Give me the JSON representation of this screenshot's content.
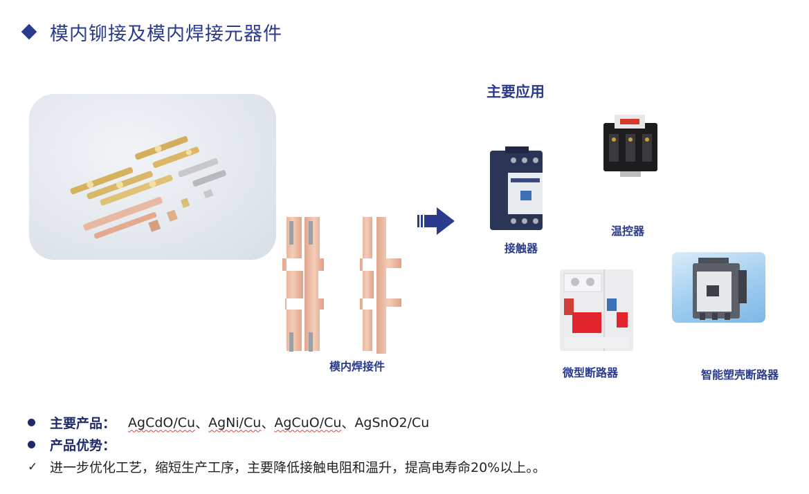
{
  "title": "模内铆接及模内焊接元器件",
  "weld_label": "模内焊接件",
  "applications": {
    "heading": "主要应用",
    "items": [
      {
        "key": "contactor",
        "label": "接触器"
      },
      {
        "key": "thermostat",
        "label": "温控器"
      },
      {
        "key": "mcb",
        "label": "微型断路器"
      },
      {
        "key": "mccb",
        "label": "智能塑壳断路器"
      }
    ]
  },
  "bullets": {
    "products_label": "主要产品：",
    "products": [
      "AgCdO/Cu",
      "AgNi/Cu",
      "AgCuO/Cu",
      "AgSnO2/Cu"
    ],
    "separator": "、",
    "advantages_label": "产品优势：",
    "advantage_detail": "进一步优化工艺，缩短生产工序，主要降低接触电阻和温升，提高电寿命20%以上。。"
  },
  "colors": {
    "brand_blue": "#2a3a8c",
    "copper": "#e8b39a",
    "gold": "#d6b15e"
  },
  "icons": {
    "title_marker": "diamond-icon",
    "arrow": "right-arrow-icon",
    "bullet": "dot-icon",
    "check": "check-icon"
  }
}
